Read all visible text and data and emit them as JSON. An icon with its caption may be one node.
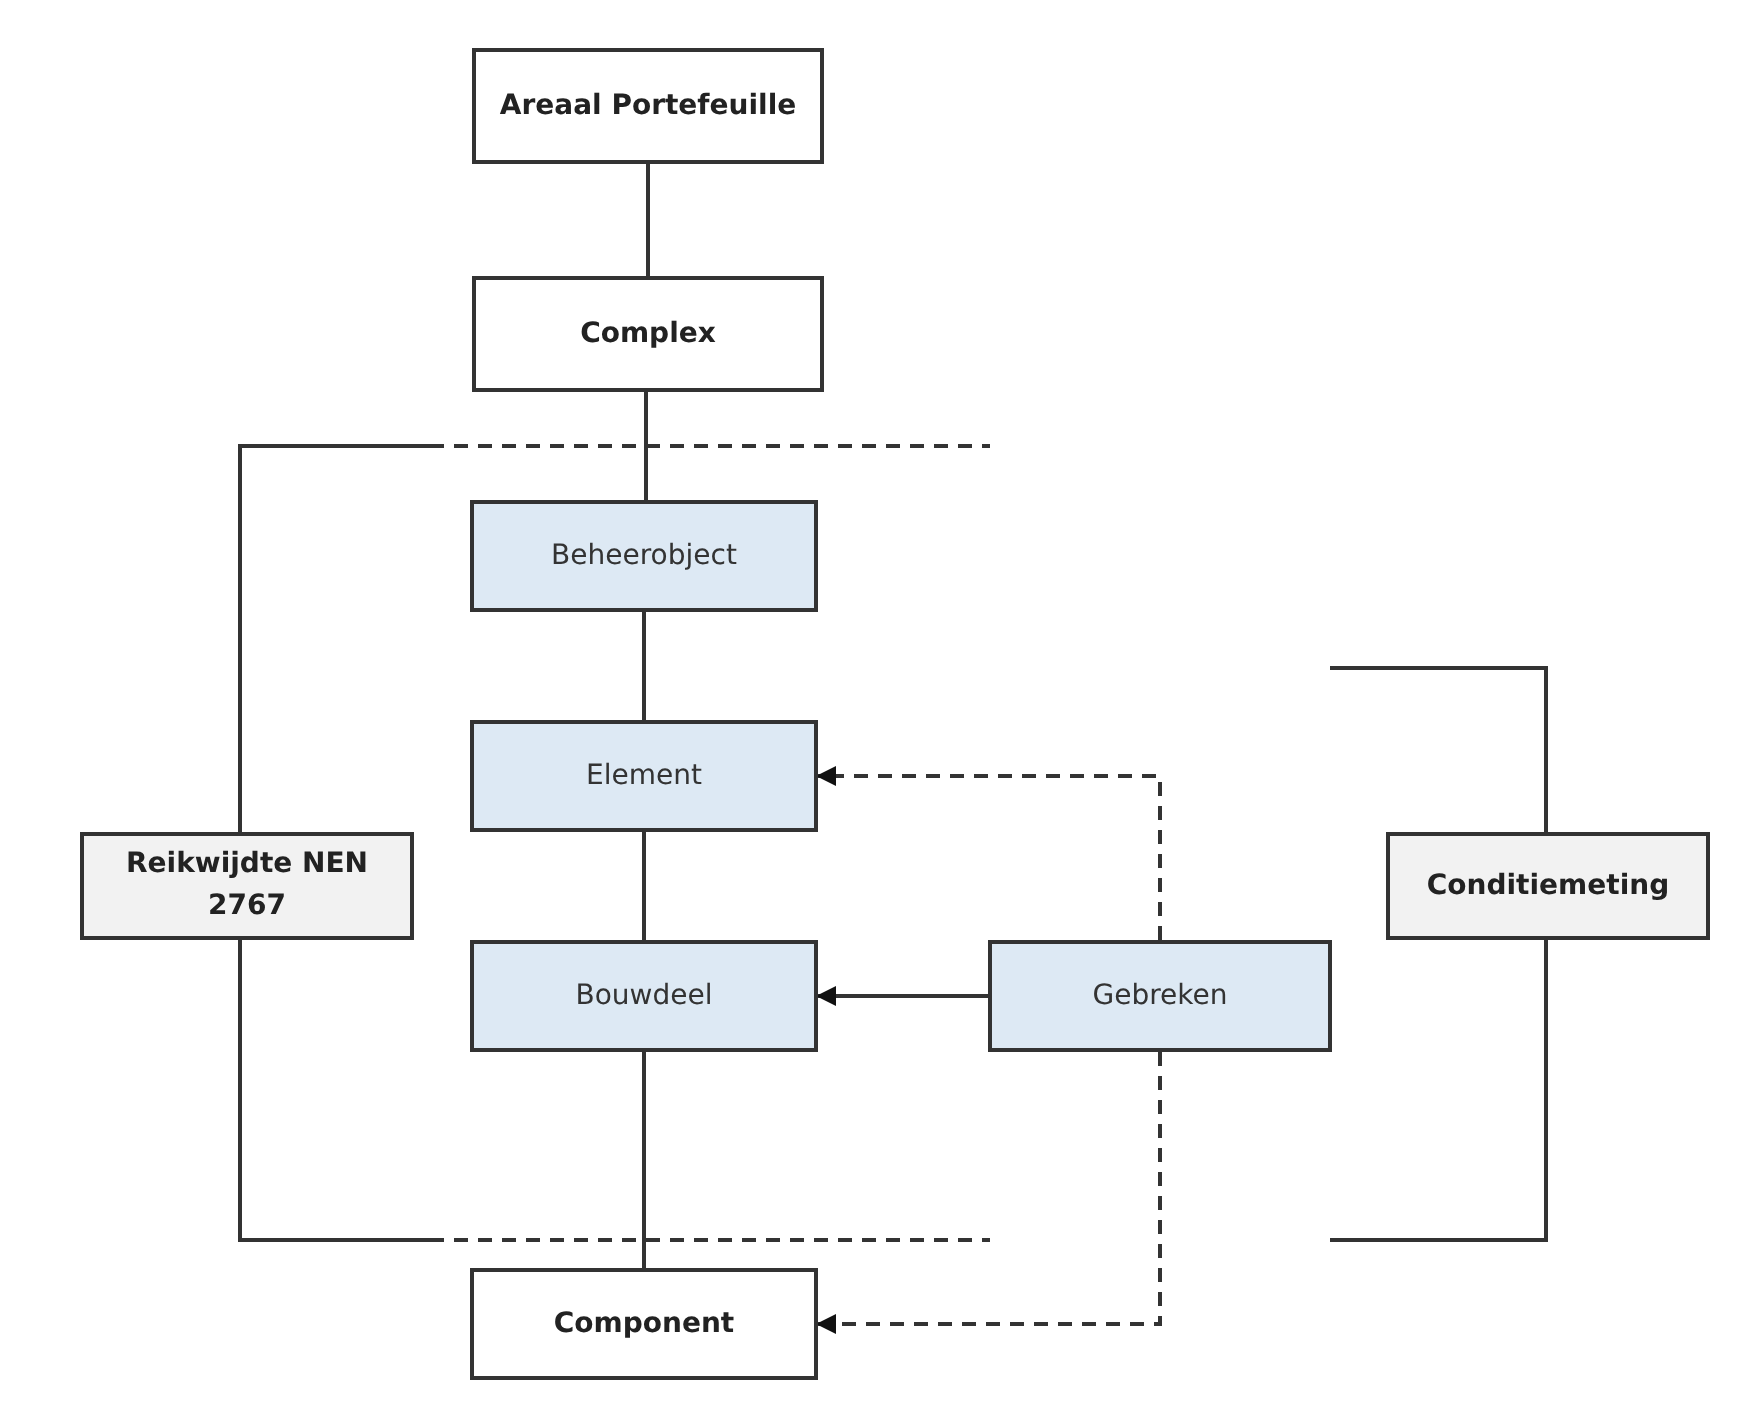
{
  "diagram": {
    "nodes": [
      {
        "text": [
          "Areaal Portefeuille"
        ]
      },
      {
        "text": [
          "Complex"
        ]
      },
      {
        "text": [
          "Beheerobject"
        ]
      },
      {
        "text": [
          "Element"
        ]
      },
      {
        "text": [
          "Reikwijdte NEN 2767"
        ]
      },
      {
        "text": [
          "Conditiemeting"
        ]
      },
      {
        "text": [
          "Bouwdeel"
        ]
      },
      {
        "text": [
          "Gebreken"
        ]
      },
      {
        "text": [
          "Component"
        ]
      }
    ],
    "edges": [
      {
        "from": 0,
        "to": 1,
        "arrow": "none"
      },
      {
        "from": 1,
        "to": 2,
        "arrow": "none"
      },
      {
        "from": 2,
        "to": 3,
        "arrow": "none"
      },
      {
        "from": 3,
        "to": 6,
        "arrow": "none"
      },
      {
        "from": 6,
        "to": 8,
        "arrow": "none"
      },
      {
        "from": 7,
        "to": 3,
        "arrow": "to",
        "style": "dashed"
      },
      {
        "from": 7,
        "to": 6,
        "arrow": "to"
      },
      {
        "from": 7,
        "to": 8,
        "arrow": "to",
        "style": "dashed"
      }
    ]
  }
}
